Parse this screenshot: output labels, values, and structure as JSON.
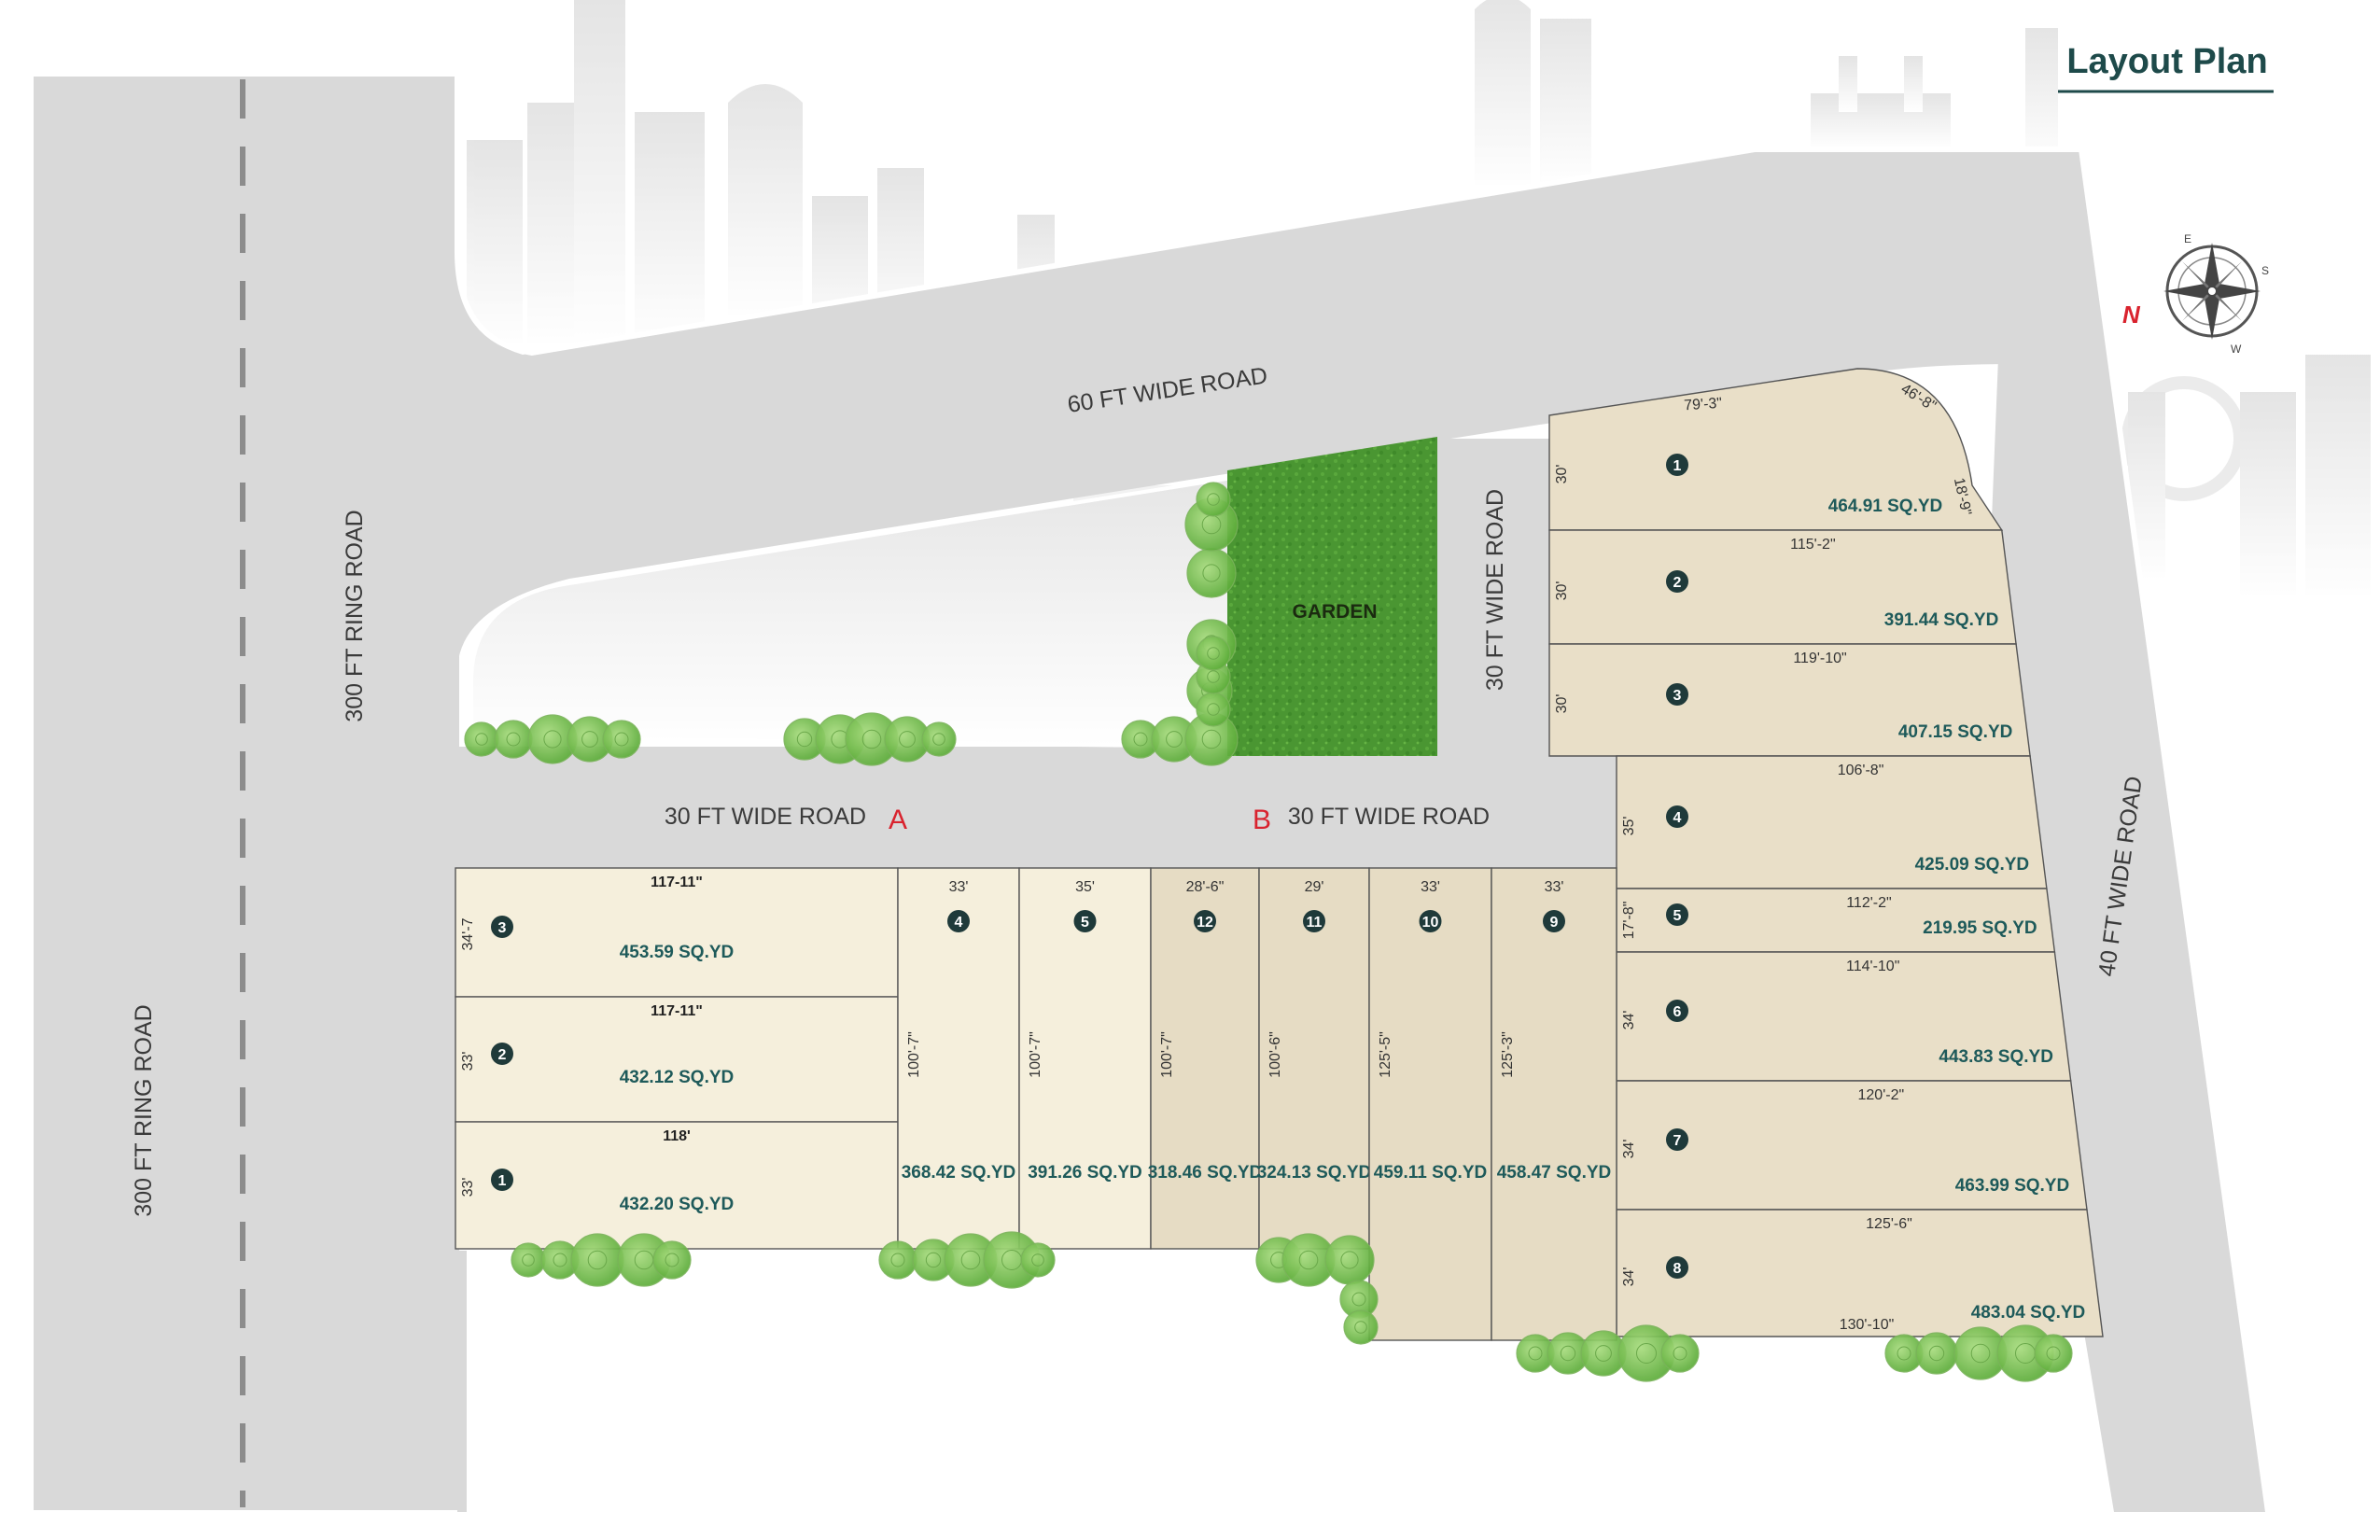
{
  "title": "Layout Plan",
  "roads": {
    "ring_left": "300 FT RING ROAD",
    "ring_right": "300 FT RING ROAD",
    "road_60": "60 FT WIDE ROAD",
    "road_30_left": "30 FT WIDE ROAD",
    "road_30_right": "30 FT WIDE ROAD",
    "road_30_vertical": "30 FT WIDE ROAD",
    "road_40": "40 FT WIDE ROAD"
  },
  "section_labels": {
    "a": "A",
    "b": "B"
  },
  "garden": "GARDEN",
  "compass": {
    "north": "N",
    "east": "E",
    "south": "S",
    "west": "W"
  },
  "block_b": {
    "plots": [
      {
        "number": "1",
        "area": "464.91  SQ.YD",
        "depth": "30'",
        "top": "79'-3\"",
        "curve": "46'-8\"",
        "side": "18'-9\""
      },
      {
        "number": "2",
        "area": "391.44 SQ.YD",
        "depth": "30'",
        "top": "115'-2\""
      },
      {
        "number": "3",
        "area": "407.15 SQ.YD",
        "depth": "30'",
        "top": "119'-10\""
      },
      {
        "number": "4",
        "area": "425.09 SQ.YD",
        "depth": "35'",
        "top": "106'-8\""
      },
      {
        "number": "5",
        "area": "219.95 SQ.YD",
        "depth": "17'-8\"",
        "top": "112'-2\""
      },
      {
        "number": "6",
        "area": "443.83 SQ.YD",
        "depth": "34'",
        "top": "114'-10\""
      },
      {
        "number": "7",
        "area": "463.99 SQ.YD",
        "depth": "34'",
        "top": "120'-2\""
      },
      {
        "number": "8",
        "area": "483.04 SQ.YD",
        "depth": "34'",
        "top": "125'-6\"",
        "bottom": "130'-10\""
      }
    ]
  },
  "block_a": {
    "plots_left": [
      {
        "number": "3",
        "area": "453.59 SQ.YD",
        "width": "117-11\"",
        "depth": "34'-7"
      },
      {
        "number": "2",
        "area": "432.12 SQ.YD",
        "width": "117-11\"",
        "depth": "33'"
      },
      {
        "number": "1",
        "area": "432.20 SQ.YD",
        "width": "118'",
        "depth": "33'"
      }
    ],
    "plots_vertical": [
      {
        "number": "4",
        "area": "368.42 SQ.YD",
        "width": "33'",
        "depth": "100'-7\""
      },
      {
        "number": "5",
        "area": "391.26 SQ.YD",
        "width": "35'",
        "depth": "100'-7\""
      },
      {
        "number": "12",
        "area": "318.46 SQ.YD",
        "width": "28'-6\"",
        "depth": "100'-7\""
      },
      {
        "number": "11",
        "area": "324.13 SQ.YD",
        "width": "29'",
        "depth": "100'-6\""
      },
      {
        "number": "10",
        "area": "459.11 SQ.YD",
        "width": "33'",
        "depth": "125'-5\""
      },
      {
        "number": "9",
        "area": "458.47 SQ.YD",
        "width": "33'",
        "depth": "125'-3\""
      }
    ]
  },
  "colors": {
    "road": "#d9d9d9",
    "plot_light": "#f5efdc",
    "plot_dark": "#e6dcc4",
    "plot_b": "#e9dfc8",
    "garden": "#4a9632",
    "badge": "#1f3a3a",
    "tree": "#7dc45a",
    "accent": "#d9232e"
  }
}
